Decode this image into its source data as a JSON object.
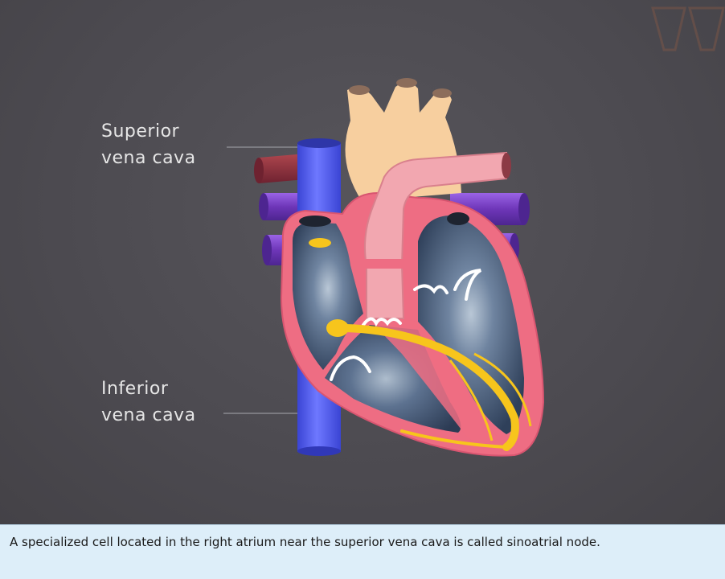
{
  "labels": {
    "superior": "Superior\nvena cava",
    "inferior": "Inferior\nvena cava"
  },
  "caption": "A specialized cell located in the right atrium near the superior vena cava is called sinoatrial node.",
  "colors": {
    "background": "#4d4b51",
    "aorta": "#f7cf9f",
    "pulmonary_artery": "#f2a7b0",
    "vena_cava": "#4b55e6",
    "pulmonary_veins": "#7a3fc2",
    "heart_wall": "#ee6d83",
    "chamber": "#3e506a",
    "conduction_system": "#f7c51c",
    "caption_background": "#ddeef9"
  }
}
